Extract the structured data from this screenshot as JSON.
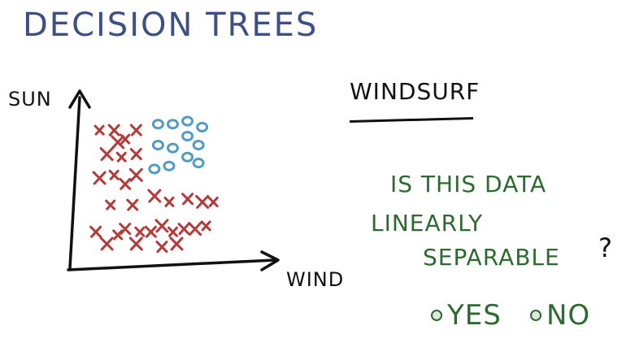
{
  "title": "DECISION TREES",
  "chart_data": {
    "type": "scatter",
    "xlabel": "WIND",
    "ylabel": "SUN",
    "series": [
      {
        "marker": "x",
        "color": "#b53a3a",
        "points": [
          [
            0.08,
            0.88
          ],
          [
            0.16,
            0.88
          ],
          [
            0.18,
            0.8
          ],
          [
            0.22,
            0.82
          ],
          [
            0.28,
            0.88
          ],
          [
            0.12,
            0.72
          ],
          [
            0.2,
            0.7
          ],
          [
            0.28,
            0.72
          ],
          [
            0.08,
            0.56
          ],
          [
            0.16,
            0.58
          ],
          [
            0.22,
            0.52
          ],
          [
            0.28,
            0.58
          ],
          [
            0.14,
            0.38
          ],
          [
            0.26,
            0.38
          ],
          [
            0.38,
            0.44
          ],
          [
            0.46,
            0.4
          ],
          [
            0.56,
            0.42
          ],
          [
            0.64,
            0.4
          ],
          [
            0.7,
            0.4
          ],
          [
            0.06,
            0.2
          ],
          [
            0.12,
            0.12
          ],
          [
            0.18,
            0.18
          ],
          [
            0.22,
            0.22
          ],
          [
            0.28,
            0.12
          ],
          [
            0.3,
            0.2
          ],
          [
            0.36,
            0.2
          ],
          [
            0.42,
            0.24
          ],
          [
            0.48,
            0.2
          ],
          [
            0.54,
            0.22
          ],
          [
            0.6,
            0.22
          ],
          [
            0.66,
            0.24
          ],
          [
            0.42,
            0.1
          ],
          [
            0.5,
            0.12
          ]
        ]
      },
      {
        "marker": "o",
        "color": "#4f9cc6",
        "points": [
          [
            0.4,
            0.92
          ],
          [
            0.48,
            0.92
          ],
          [
            0.56,
            0.94
          ],
          [
            0.64,
            0.9
          ],
          [
            0.4,
            0.78
          ],
          [
            0.48,
            0.76
          ],
          [
            0.56,
            0.84
          ],
          [
            0.62,
            0.78
          ],
          [
            0.38,
            0.62
          ],
          [
            0.46,
            0.64
          ],
          [
            0.56,
            0.7
          ],
          [
            0.62,
            0.66
          ]
        ]
      }
    ]
  },
  "right_heading": "WINDSURF",
  "question": {
    "line1": "IS THIS DATA",
    "line2": "LINEARLY",
    "line3": "SEPARABLE",
    "mark": "?"
  },
  "options": {
    "yes": "YES",
    "no": "NO"
  }
}
